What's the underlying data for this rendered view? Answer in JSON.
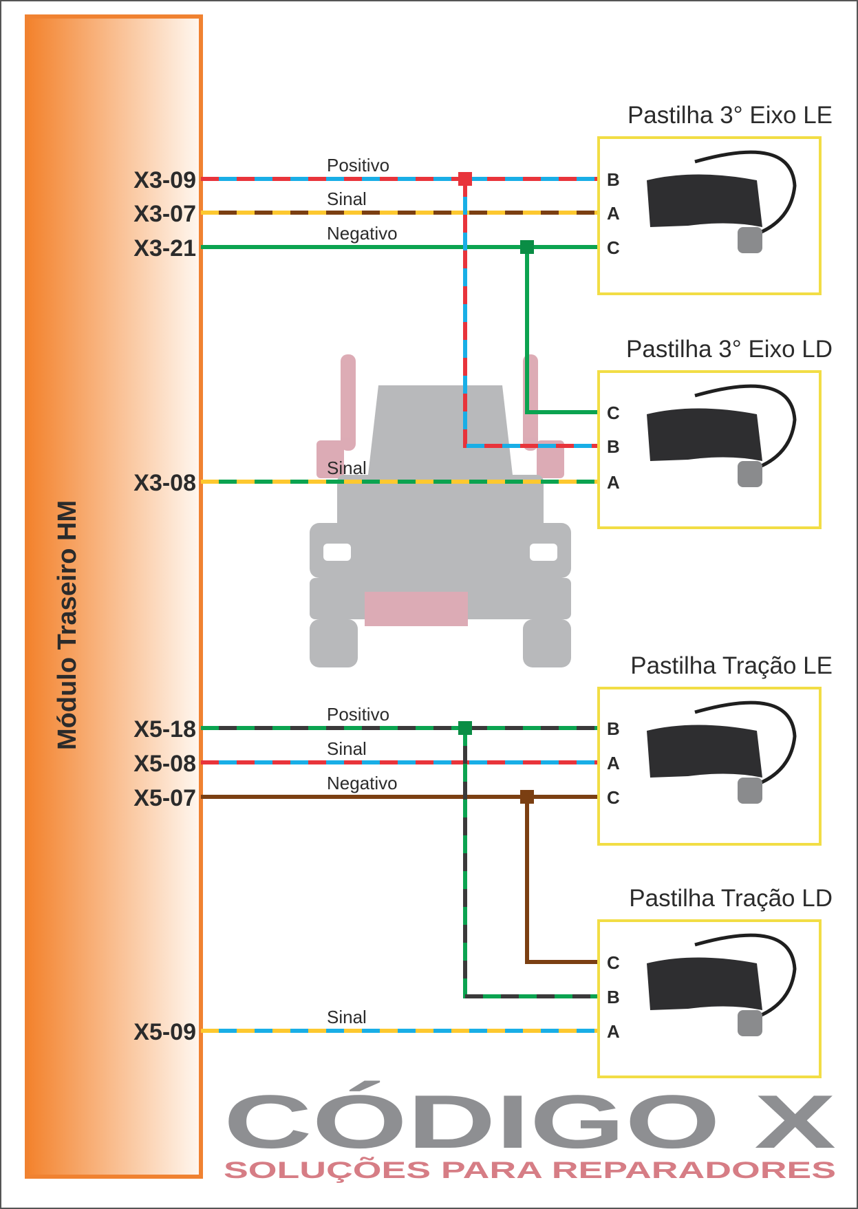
{
  "module_label": "Módulo Traseiro HM",
  "watermark": {
    "brand": "CÓDIGO X",
    "tagline": "SOLUÇÕES PARA REPARADORES"
  },
  "colors": {
    "module_orange": "#f08231",
    "box_yellow": "#f2dd45",
    "red": "#e8343b",
    "blue": "#19aee6",
    "brown": "#7b3f12",
    "yellow": "#fdc82f",
    "green": "#0ba350",
    "dark": "#3a3a3a"
  },
  "pads": [
    {
      "title": "Pastilha 3° Eixo LE",
      "terminals": [
        "B",
        "A",
        "C"
      ]
    },
    {
      "title": "Pastilha 3° Eixo LD",
      "terminals": [
        "C",
        "B",
        "A"
      ]
    },
    {
      "title": "Pastilha Tração LE",
      "terminals": [
        "B",
        "A",
        "C"
      ]
    },
    {
      "title": "Pastilha Tração LD",
      "terminals": [
        "C",
        "B",
        "A"
      ]
    }
  ],
  "wires": [
    {
      "pin": "X3-09",
      "label": "Positivo",
      "colors": [
        "red",
        "blue"
      ]
    },
    {
      "pin": "X3-07",
      "label": "Sinal",
      "colors": [
        "yellow",
        "brown"
      ]
    },
    {
      "pin": "X3-21",
      "label": "Negativo",
      "colors": [
        "green"
      ]
    },
    {
      "pin": "X3-08",
      "label": "Sinal",
      "colors": [
        "yellow",
        "green"
      ]
    },
    {
      "pin": "X5-18",
      "label": "Positivo",
      "colors": [
        "green",
        "dark"
      ]
    },
    {
      "pin": "X5-08",
      "label": "Sinal",
      "colors": [
        "red",
        "blue"
      ]
    },
    {
      "pin": "X5-07",
      "label": "Negativo",
      "colors": [
        "brown"
      ]
    },
    {
      "pin": "X5-09",
      "label": "Sinal",
      "colors": [
        "yellow",
        "blue"
      ]
    }
  ]
}
